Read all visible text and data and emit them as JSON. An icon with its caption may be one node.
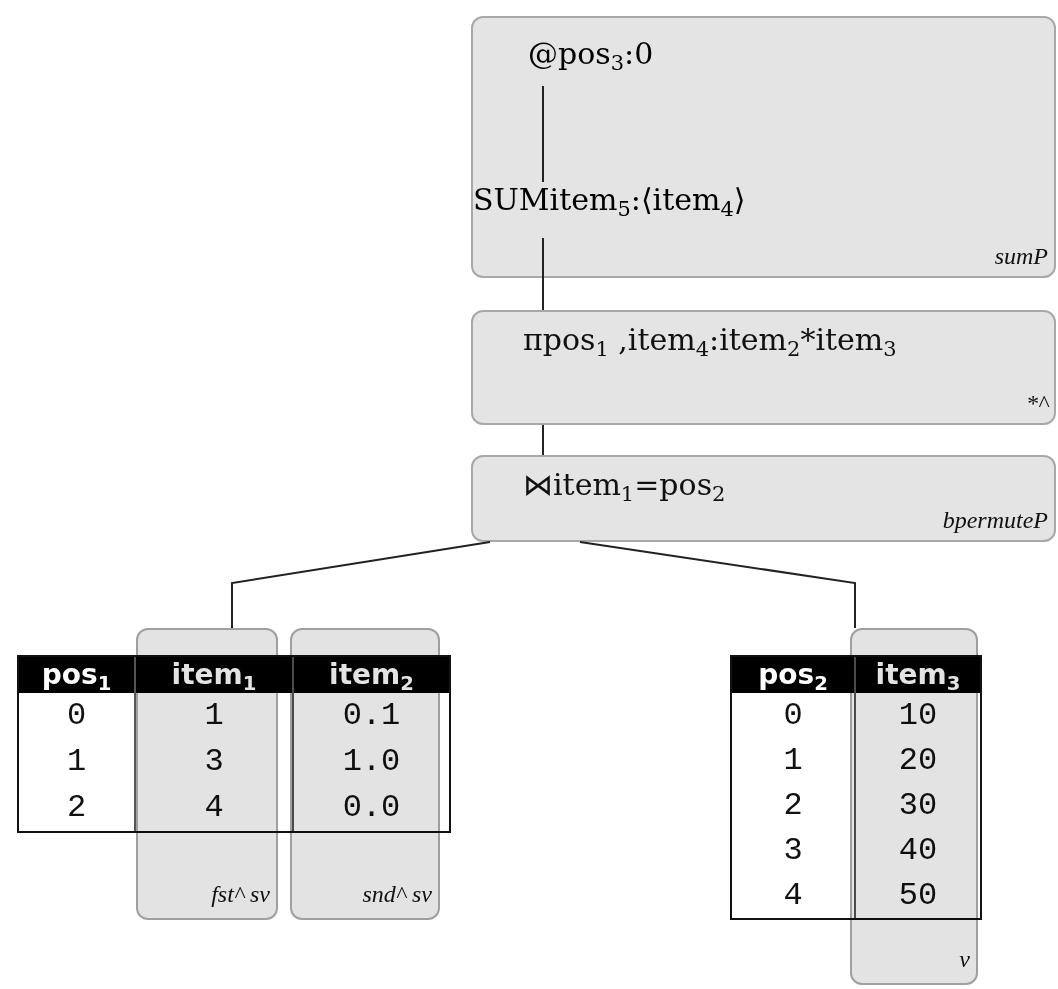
{
  "diagram": {
    "nodes": [
      {
        "text": [
          "sumP"
        ]
      },
      {
        "text": [
          "@pos$_{3}$:0"
        ],
        "in": 0
      },
      {
        "text": [
          "SUMitem$_{5}$:⟨item$_{4}$⟩"
        ],
        "in": 0
      },
      {
        "text": [
          "πpos$_{1}$ ,item$_{4}$:item$_{2}$*item$_{3}$",
          "*^"
        ]
      },
      {
        "text": [
          "⋈item$_{1}$=pos$_{2}$",
          "bpermuteP"
        ]
      },
      {
        "text": [
          "fst^ sv"
        ]
      },
      {
        "text": [
          "snd^ sv"
        ]
      },
      {
        "text": [
          "v"
        ]
      }
    ],
    "edges": [
      {
        "from": 1,
        "to": 2,
        "arrow": "none"
      },
      {
        "from": 2,
        "to": 3,
        "arrow": "none"
      },
      {
        "from": 3,
        "to": 4,
        "arrow": "none"
      },
      {
        "from": 4,
        "to": 5,
        "arrow": "none"
      },
      {
        "from": 4,
        "to": 7,
        "arrow": "none"
      }
    ],
    "labels": [
      "pos$_{1}$",
      "item$_{1}$",
      "item$_{2}$",
      "0",
      "1",
      "0.1",
      "1",
      "3",
      "1.0",
      "2",
      "4",
      "0.0",
      "pos$_{2}$",
      "item$_{3}$",
      "0",
      "10",
      "1",
      "20",
      "2",
      "30",
      "3",
      "40",
      "4",
      "50"
    ]
  }
}
